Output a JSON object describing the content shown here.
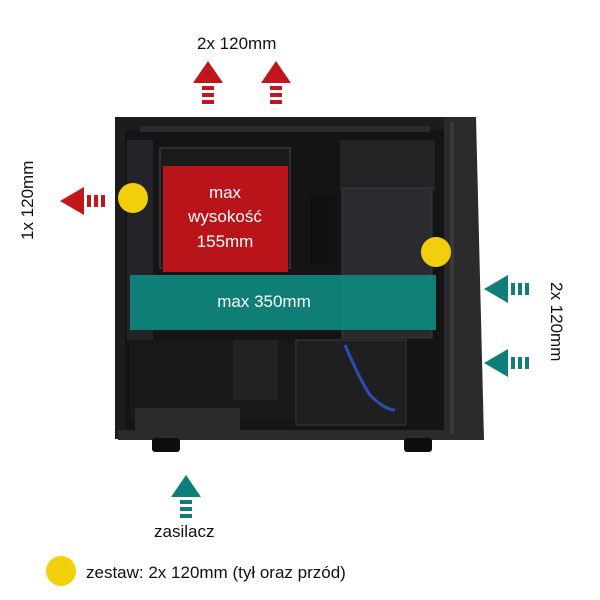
{
  "labels": {
    "top": "2x 120mm",
    "left": "1x 120mm",
    "right": "2x 120mm",
    "bottom": "zasilacz",
    "legend": "zestaw: 2x 120mm (tył oraz przód)"
  },
  "overlays": {
    "cooler_line1": "max",
    "cooler_line2": "wysokość",
    "cooler_line3": "155mm",
    "gpu": "max 350mm"
  },
  "colors": {
    "exhaust_arrow": "#c0161c",
    "intake_arrow": "#0e7f78",
    "fan_dot": "#f2cf0a",
    "cooler_zone": "#c8141b",
    "gpu_zone": "#0e8a80"
  }
}
